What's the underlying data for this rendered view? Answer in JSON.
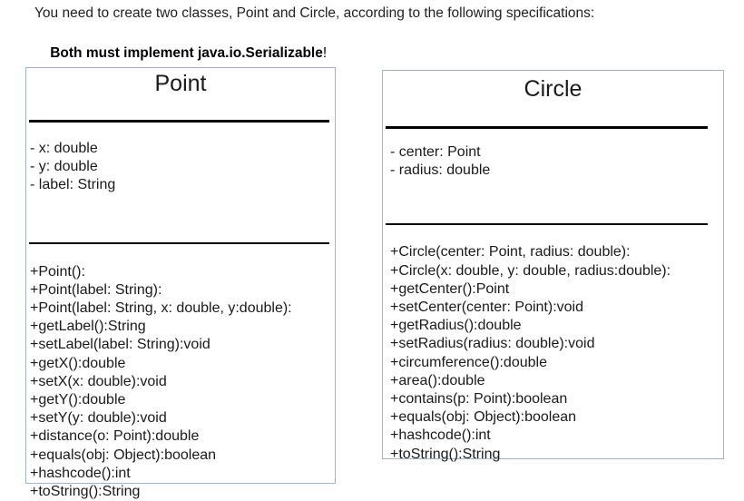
{
  "intro": {
    "line1": "You need to create two classes, Point and Circle, according to the following specifications:",
    "line2_bold": "Both must implement java.io.Serializable",
    "line2_suffix": "!"
  },
  "colors": {
    "box_border": "#9bb4d9",
    "separator": "#000000",
    "text": "#1a1a1a",
    "background": "#ffffff"
  },
  "classes": [
    {
      "name": "Point",
      "attributes": [
        "- x: double",
        "- y: double",
        "- label: String"
      ],
      "methods": [
        "+Point():",
        "+Point(label: String):",
        "+Point(label: String, x: double, y:double):",
        "+getLabel():String",
        "+setLabel(label: String):void",
        "+getX():double",
        "+setX(x: double):void",
        "+getY():double",
        "+setY(y: double):void",
        "+distance(o: Point):double",
        "+equals(obj: Object):boolean",
        "+hashcode():int",
        "+toString():String"
      ]
    },
    {
      "name": "Circle",
      "attributes": [
        "- center: Point",
        "- radius: double"
      ],
      "methods": [
        "+Circle(center: Point, radius: double):",
        "+Circle(x: double, y: double, radius:double):",
        "+getCenter():Point",
        "+setCenter(center: Point):void",
        "+getRadius():double",
        "+setRadius(radius: double):void",
        "+circumference():double",
        "+area():double",
        "+contains(p: Point):boolean",
        "+equals(obj: Object):boolean",
        "+hashcode():int",
        "+toString():String"
      ]
    }
  ]
}
